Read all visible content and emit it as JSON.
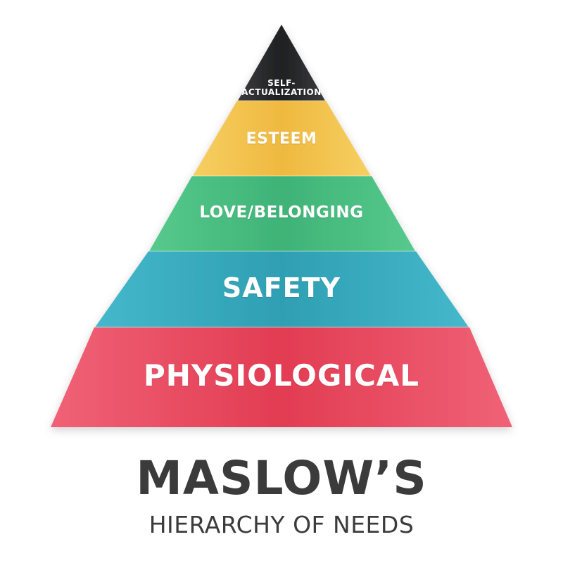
{
  "diagram": {
    "title": "MASLOW’S",
    "subtitle": "HIERARCHY OF NEEDS",
    "tiers": [
      {
        "level": 1,
        "label_line1": "SELF-",
        "label_line2": "ACTUALIZATION",
        "color": "#2f3033"
      },
      {
        "level": 2,
        "label": "ESTEEM",
        "color": "#f2c14e"
      },
      {
        "level": 3,
        "label": "LOVE/BELONGING",
        "color": "#4bbf82"
      },
      {
        "level": 4,
        "label": "SAFETY",
        "color": "#3cadc0"
      },
      {
        "level": 5,
        "label": "PHYSIOLOGICAL",
        "color": "#e8485e"
      }
    ]
  }
}
